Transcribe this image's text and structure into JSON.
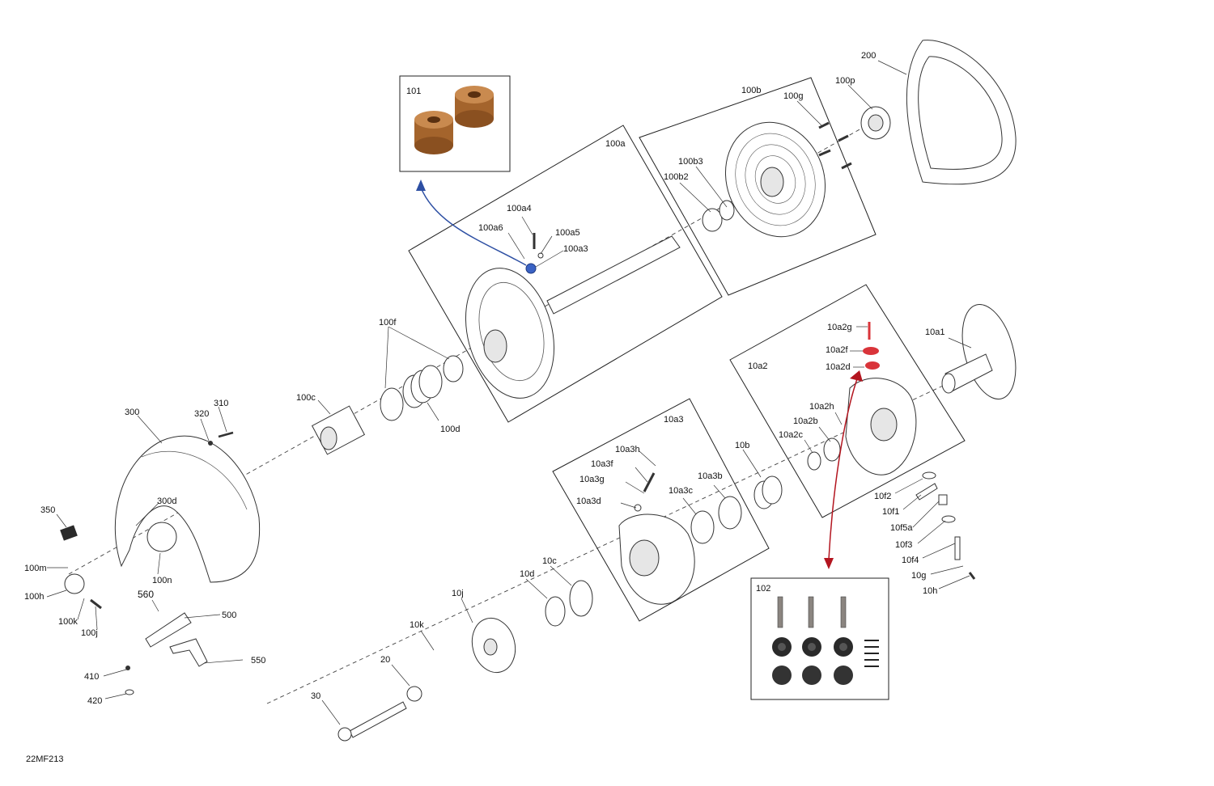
{
  "diagram_code": "22MF213",
  "colors": {
    "blue_arrow": "#2d4fa3",
    "red_arrow": "#b3151f",
    "roller": "#a4642c",
    "highlight_red": "#d9343a",
    "highlight_blue": "#3a62c4"
  },
  "insets": {
    "inset_101": {
      "label": "101"
    },
    "inset_102": {
      "label": "102"
    }
  },
  "boxes": {
    "box_100a": "100a",
    "box_100b": "100b",
    "box_10a2": "10a2",
    "box_10a3": "10a3"
  },
  "callouts": [
    "200",
    "100p",
    "100g",
    "100b3",
    "100b2",
    "100a4",
    "100a6",
    "100a5",
    "100a3",
    "100f",
    "100c",
    "100d",
    "300",
    "310",
    "320",
    "350",
    "300d",
    "100m",
    "100n",
    "100h",
    "100k",
    "100j",
    "560",
    "500",
    "550",
    "410",
    "420",
    "10a1",
    "10a2g",
    "10a2f",
    "10a2d",
    "10a2h",
    "10a2b",
    "10a2c",
    "10a3h",
    "10a3f",
    "10a3g",
    "10a3d",
    "10a3c",
    "10a3b",
    "10b",
    "10f2",
    "10f1",
    "10f5a",
    "10f3",
    "10f4",
    "10g",
    "10h",
    "10c",
    "10d",
    "10j",
    "10k",
    "20",
    "30"
  ]
}
